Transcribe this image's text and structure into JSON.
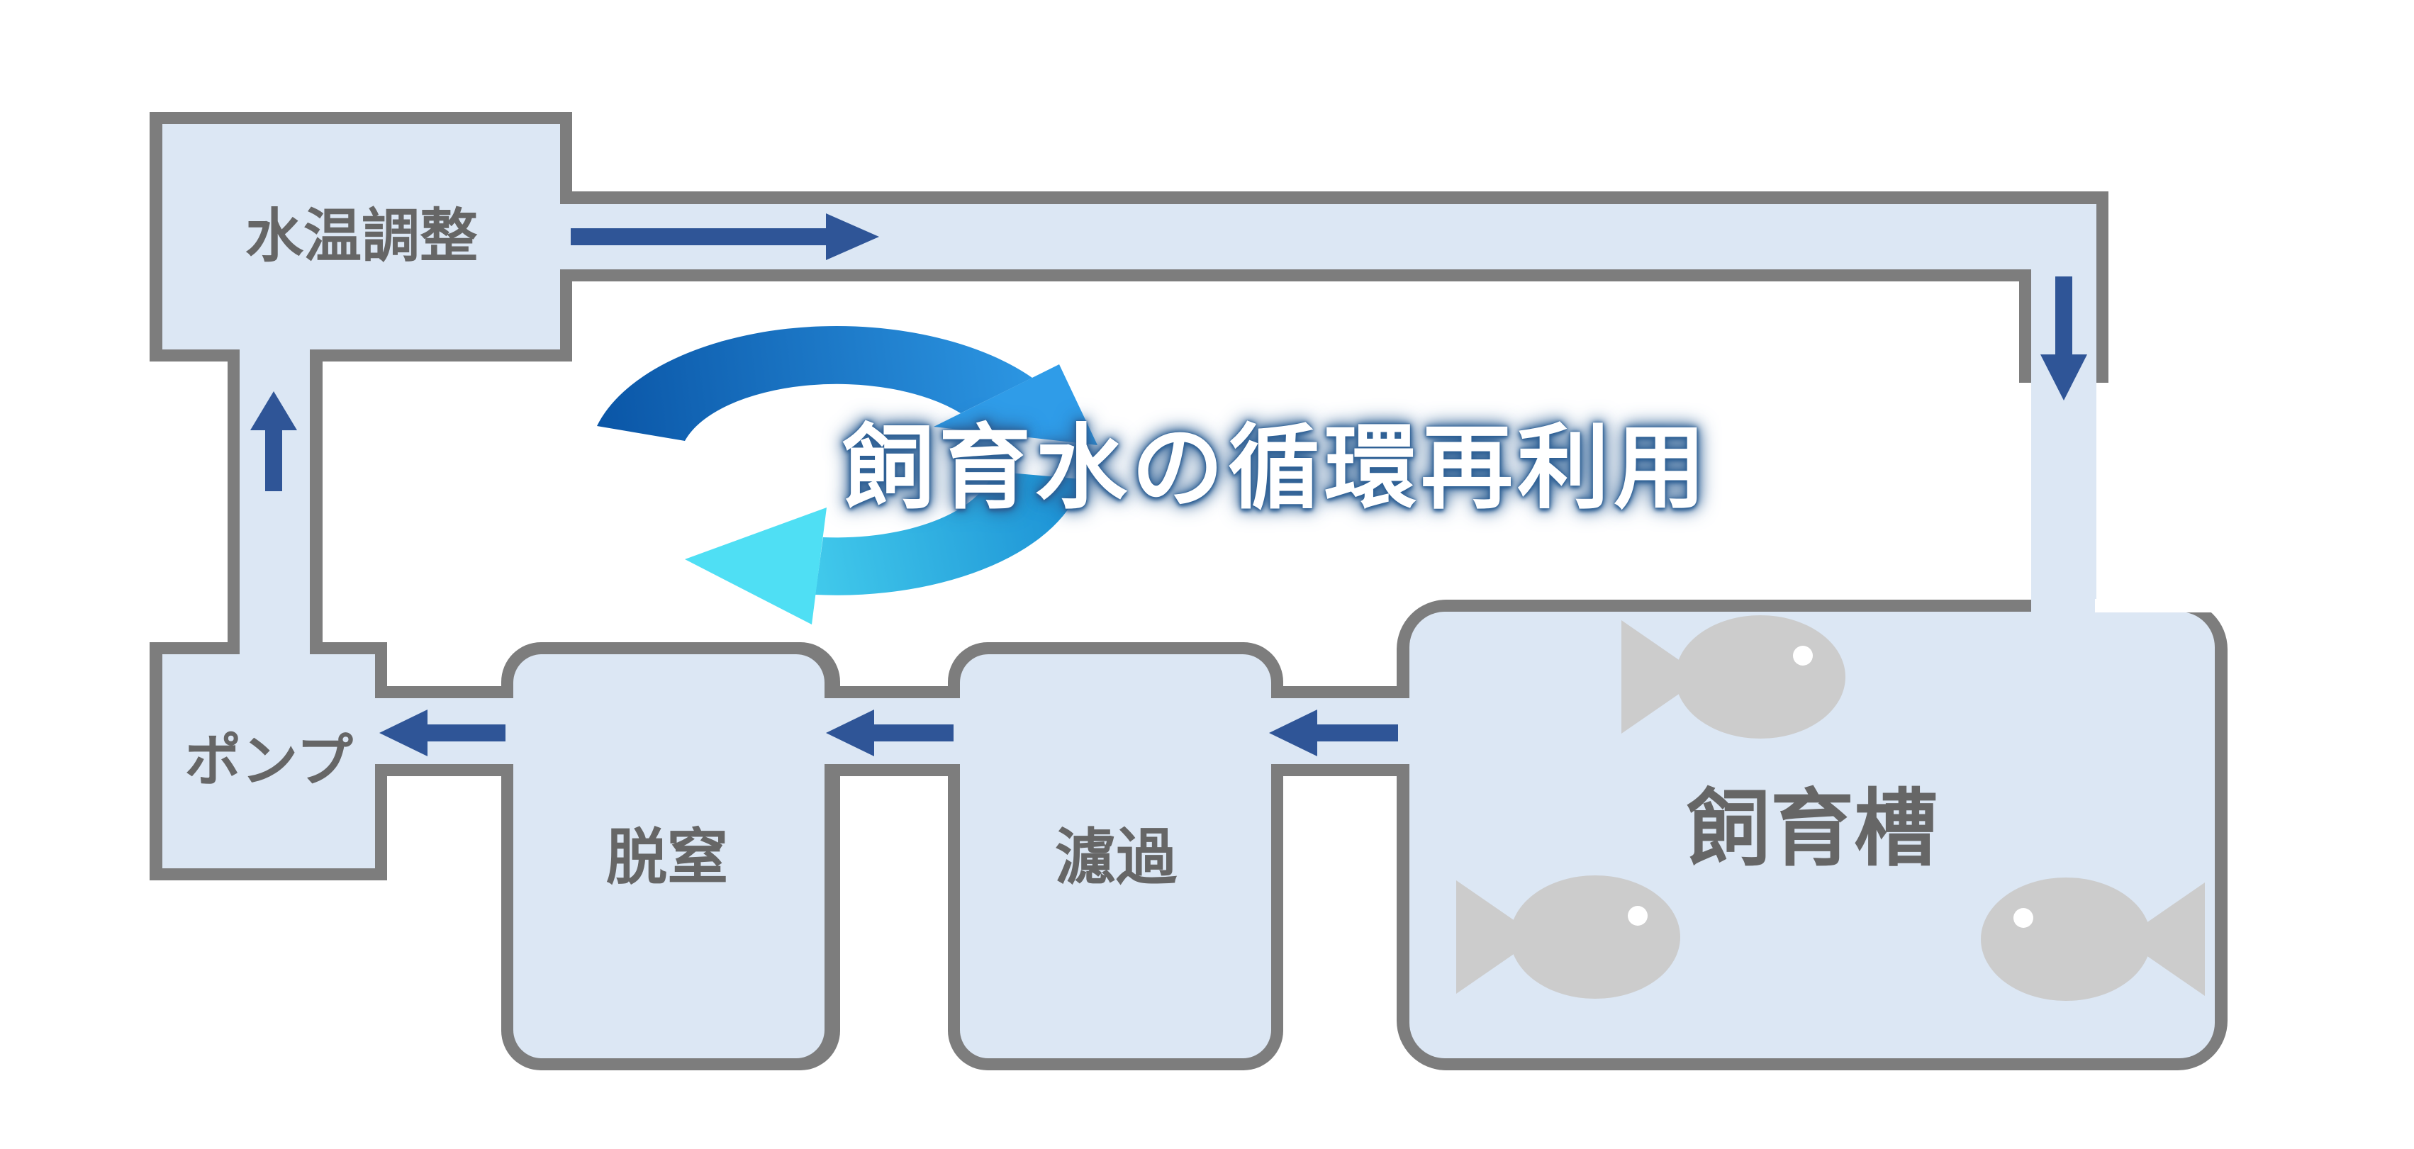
{
  "title": {
    "text": "飼育水の循環再利用"
  },
  "boxes": {
    "temperature": {
      "label": "水温調整"
    },
    "pump": {
      "label": "ポンプ"
    },
    "denitrification": {
      "label": "脱窒"
    },
    "filtration": {
      "label": "濾過"
    },
    "tank": {
      "label": "飼育槽"
    }
  },
  "icons": {
    "cycle_arrows": "cycle-arrows-icon",
    "fish": "fish-icon",
    "flow_arrows": [
      "flow-arrow-right-icon",
      "flow-arrow-up-icon",
      "flow-arrow-down-icon",
      "flow-arrow-left-icon"
    ]
  },
  "colors": {
    "fill": "#dce7f4",
    "border": "#7d7d7d",
    "arrow": "#2f5597",
    "label": "#666666",
    "fish": "#cccccc",
    "fish_eye": "#ffffff",
    "title_color": "#ffffff",
    "title_glow": "#2d5f94",
    "cycle_dark": "#0a55a6",
    "cycle_mid": "#2f9ce8",
    "cycle_sky": "#1b8fd4",
    "cycle_cyan": "#4fdff4",
    "bg": "#ffffff"
  }
}
